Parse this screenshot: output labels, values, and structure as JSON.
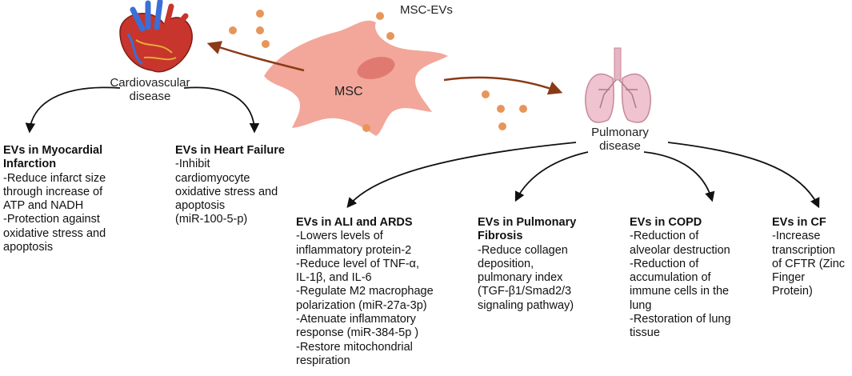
{
  "labels": {
    "msc_evs": "MSC-EVs",
    "msc": "MSC",
    "cardio": [
      "Cardiovascular",
      "disease"
    ],
    "pulmonary": [
      "Pulmonary",
      "disease"
    ]
  },
  "boxes": {
    "myocardial": {
      "title": [
        "EVs in Myocardial",
        "Infarction"
      ],
      "lines": [
        "-Reduce infarct size",
        "through increase of",
        "ATP and NADH",
        "-Protection against",
        "oxidative stress and",
        "apoptosis"
      ]
    },
    "heart_failure": {
      "title": [
        "EVs in Heart Failure"
      ],
      "lines": [
        "-Inhibit",
        "cardiomyocyte",
        "oxidative stress and",
        "apoptosis",
        "(miR-100-5-p)"
      ]
    },
    "ali_ards": {
      "title": [
        "EVs in ALI and ARDS"
      ],
      "lines": [
        "-Lowers levels of",
        "inflammatory protein-2",
        "-Reduce level of  TNF-α,",
        "IL-1β, and IL-6",
        "-Regulate M2 macrophage",
        "polarization (miR-27a-3p)",
        "-Atenuate inflammatory",
        "response (miR-384-5p )",
        "-Restore mitochondrial",
        "respiration"
      ]
    },
    "pulmonary_fibrosis": {
      "title": [
        "EVs in Pulmonary",
        "Fibrosis"
      ],
      "lines": [
        "-Reduce collagen",
        "deposition,",
        "pulmonary index",
        "(TGF-β1/Smad2/3",
        "signaling pathway)"
      ]
    },
    "copd": {
      "title": [
        "EVs in COPD"
      ],
      "lines": [
        "-Reduction of",
        "alveolar destruction",
        "-Reduction of",
        "accumulation of",
        "immune cells in the",
        "lung",
        "-Restoration of lung",
        "tissue"
      ]
    },
    "cf": {
      "title": [
        "EVs in CF"
      ],
      "lines": [
        "-Increase",
        "transcription",
        "of CFTR (Zinc",
        "Finger",
        "Protein)"
      ]
    }
  },
  "colors": {
    "arrow_brown": "#8a3a17",
    "arrow_black": "#111111",
    "vesicle": "#e8955a",
    "cell": "#f2a79a",
    "nucleus": "#e07a70",
    "heart_red": "#c7352c",
    "heart_blue": "#3a6fd8",
    "lung_pink": "#efc3cf",
    "lung_outline": "#c48a9b"
  },
  "icons": [
    "heart-icon",
    "msc-cell-icon",
    "lungs-icon",
    "vesicle-dot"
  ]
}
